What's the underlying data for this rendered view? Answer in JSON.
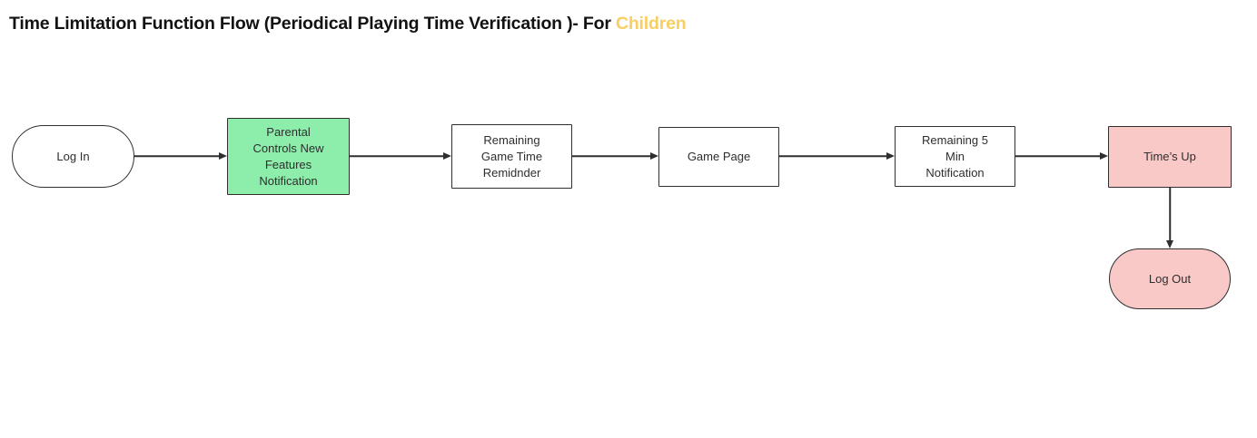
{
  "title": {
    "text": "Time Limitation Function Flow (Periodical Playing Time Verification )- For ",
    "highlight": "Children"
  },
  "colors": {
    "title_text": "#121212",
    "title_highlight": "#F9CE63",
    "node_stroke": "#2F2F2F",
    "node_default_bg": "#FFFFFF",
    "node_green_bg": "#8DEDAB",
    "node_pink_bg": "#F9C9C8",
    "arrow": "#2F2F2F"
  },
  "nodes": {
    "login": {
      "lines": [
        "Log In"
      ],
      "shape": "stadium",
      "fill": "#FFFFFF"
    },
    "parental": {
      "lines": [
        "Parental",
        "Controls New",
        "Features",
        "Notification"
      ],
      "shape": "rect",
      "fill": "#8DEDAB"
    },
    "reminder": {
      "lines": [
        "Remaining",
        "Game Time",
        "Remidnder"
      ],
      "shape": "rect",
      "fill": "#FFFFFF"
    },
    "game": {
      "lines": [
        "Game Page"
      ],
      "shape": "rect",
      "fill": "#FFFFFF"
    },
    "fivemin": {
      "lines": [
        "Remaining 5",
        "Min",
        "Notification"
      ],
      "shape": "rect",
      "fill": "#FFFFFF"
    },
    "timesup": {
      "lines": [
        "Time’s Up"
      ],
      "shape": "rect",
      "fill": "#F9C9C8"
    },
    "logout": {
      "lines": [
        "Log Out"
      ],
      "shape": "stadium",
      "fill": "#F9C9C8"
    }
  },
  "edges": [
    {
      "from": "login",
      "to": "parental",
      "direction": "right"
    },
    {
      "from": "parental",
      "to": "reminder",
      "direction": "right"
    },
    {
      "from": "reminder",
      "to": "game",
      "direction": "right"
    },
    {
      "from": "game",
      "to": "fivemin",
      "direction": "right"
    },
    {
      "from": "fivemin",
      "to": "timesup",
      "direction": "right"
    },
    {
      "from": "timesup",
      "to": "logout",
      "direction": "down"
    }
  ]
}
